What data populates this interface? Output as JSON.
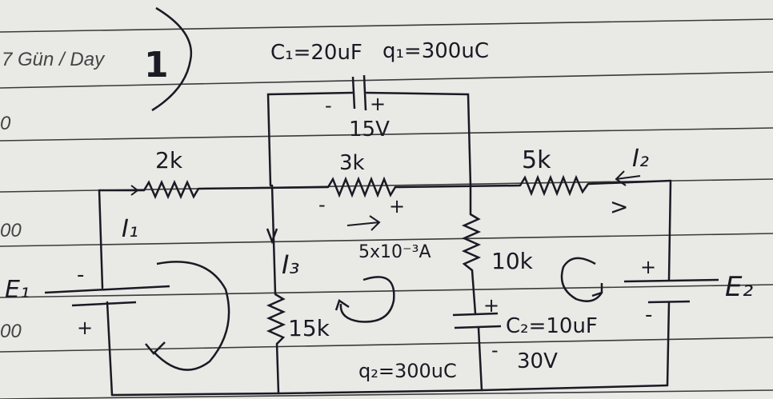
{
  "header": {
    "day_label": "7 Gün / Day",
    "day_number": "1"
  },
  "margin_numbers": [
    "0",
    "00",
    "00"
  ],
  "components": {
    "c1_label": "C₁=20uF",
    "q1_label": "q₁=300uC",
    "c1_minus": "-",
    "c1_plus": "+",
    "c1_voltage": "15V",
    "r_2k": "2k",
    "r_3k": "3k",
    "r_3k_minus": "-",
    "r_3k_plus": "+",
    "r_3k_current": "5x10⁻³A",
    "r_5k": "5k",
    "i2": "I₂",
    "i2_arrow": ">",
    "i1": "I₁",
    "i3": "I₃",
    "r_10k": "10k",
    "r_15k": "15k",
    "c2_label": "C₂=10uF",
    "c2_plus": "+",
    "c2_minus": "-",
    "c2_voltage": "30V",
    "q2_label": "q₂=300uC",
    "e1": "E₁",
    "e1_minus": "-",
    "e1_plus": "+",
    "e2": "E₂",
    "e2_plus": "+",
    "e2_minus": "-"
  },
  "colors": {
    "ink": "#1a1a24",
    "paper": "#e9e9e6",
    "rule": "#3a3a3a"
  }
}
